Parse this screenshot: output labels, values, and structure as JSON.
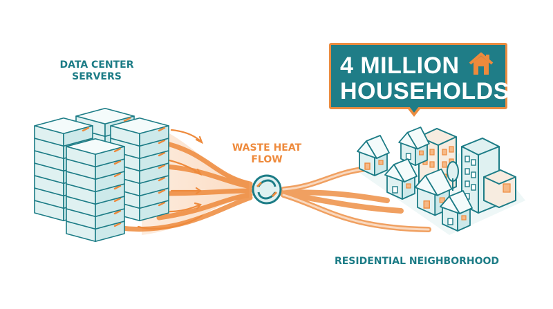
{
  "labels": {
    "servers_line1": "DATA CENTER",
    "servers_line2": "SERVERS",
    "flow_line1": "WASTE HEAT",
    "flow_line2": "FLOW",
    "neighborhood": "RESIDENTIAL NEIGHBORHOOD"
  },
  "callout": {
    "line1": "4 MILLION",
    "line2": "HOUSEHOLDS",
    "icon": "house-icon"
  },
  "colors": {
    "teal": "#1c7c86",
    "orange": "#ee8a3c",
    "light_teal": "#dff1f1",
    "peach": "#f6c9a4"
  },
  "icons": [
    "server-rack-icon",
    "heat-exchanger-icon",
    "house-icon",
    "tree-icon"
  ]
}
